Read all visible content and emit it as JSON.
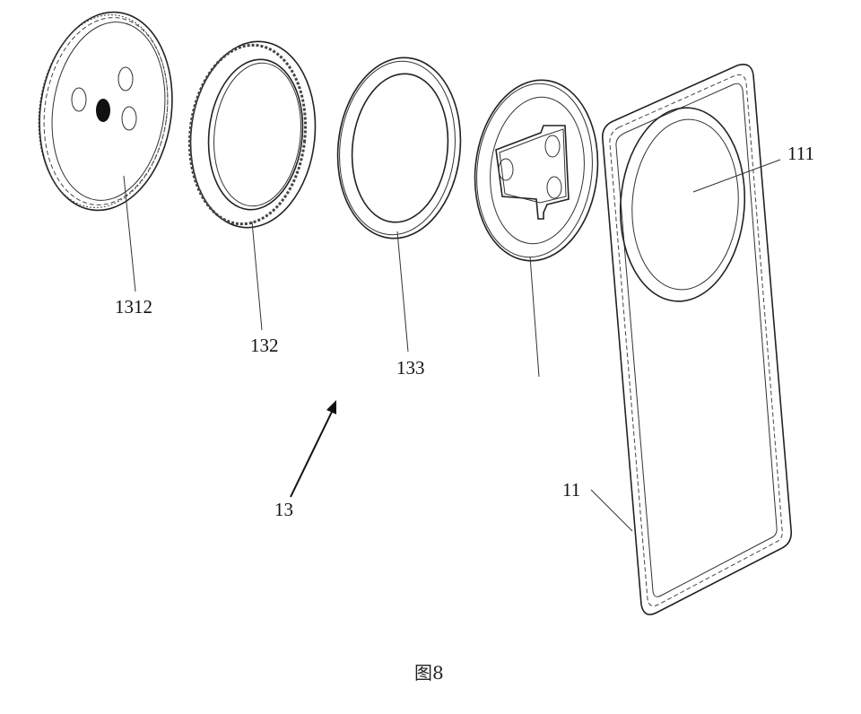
{
  "labels": {
    "part_1312": "1312",
    "part_132": "132",
    "part_133": "133",
    "part_13": "13",
    "part_111": "111",
    "part_11": "11"
  },
  "caption": "图8"
}
